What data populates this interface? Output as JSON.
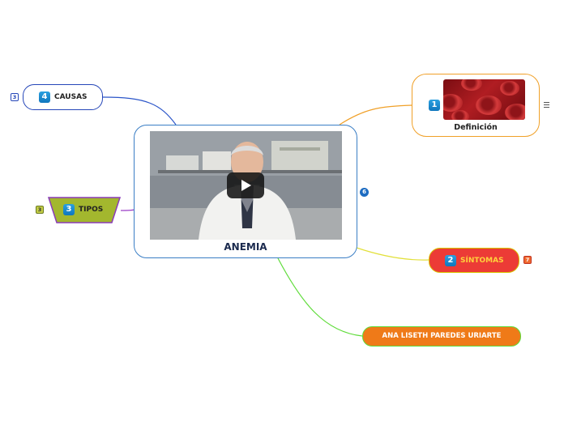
{
  "central": {
    "title": "ANEMIA",
    "media": "video-thumbnail-doctor"
  },
  "branches": {
    "definicion": {
      "number": "1",
      "label": "Definición",
      "color": "#f0a028"
    },
    "sintomas": {
      "number": "2",
      "label": "SÍNTOMAS",
      "badge": "7",
      "color": "#ec3b36"
    },
    "tipos": {
      "number": "3",
      "label": "TIPOS",
      "badge": "3",
      "color": "#9cb12a"
    },
    "causas": {
      "number": "4",
      "label": "CAUSAS",
      "badge": "3",
      "color": "#2546b8"
    }
  },
  "author": {
    "label": "ANA LISETH PAREDES URIARTE"
  },
  "icons": {
    "play": "play-icon",
    "collapse": "collapse-icon",
    "menu": "menu-icon"
  }
}
